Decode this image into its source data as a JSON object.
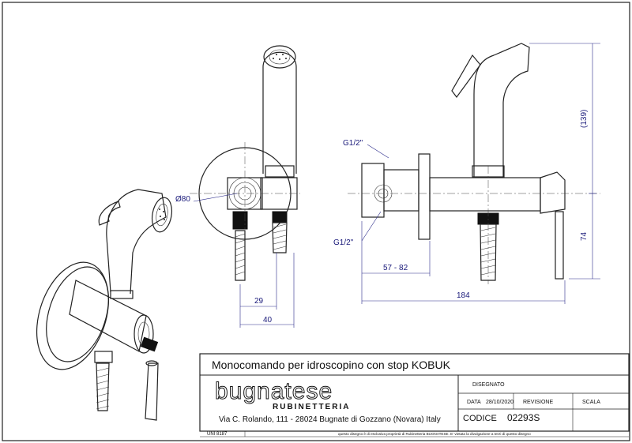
{
  "title_block": {
    "product_title": "Monocomando per idroscopino con stop KOBUK",
    "brand_name": "bugnatese",
    "brand_sub": "RUBINETTERIA",
    "address": "Via C. Rolando, 111 - 28024 Bugnate di Gozzano (Novara) Italy",
    "designed_label": "DISEGNATO",
    "date_label": "DATA",
    "date_value": "28/10/2020",
    "revision_label": "REVISIONE",
    "scale_label": "SCALA",
    "code_label": "CODICE",
    "code_value": "02293S",
    "standard": "UNI 8187",
    "copyright": "questo disegno è di esclusiva proprietà di Rubinetteria BUGNATESE. E' vietata la divulgazione a terzi di questo disegno"
  },
  "dimensions": {
    "diameter": "Ø80",
    "d29": "29",
    "d40": "40",
    "thread_top": "G1/2\"",
    "thread_bottom": "G1/2\"",
    "range": "57 - 82",
    "length": "184",
    "height_upper": "(139)",
    "height_lower": "74"
  }
}
